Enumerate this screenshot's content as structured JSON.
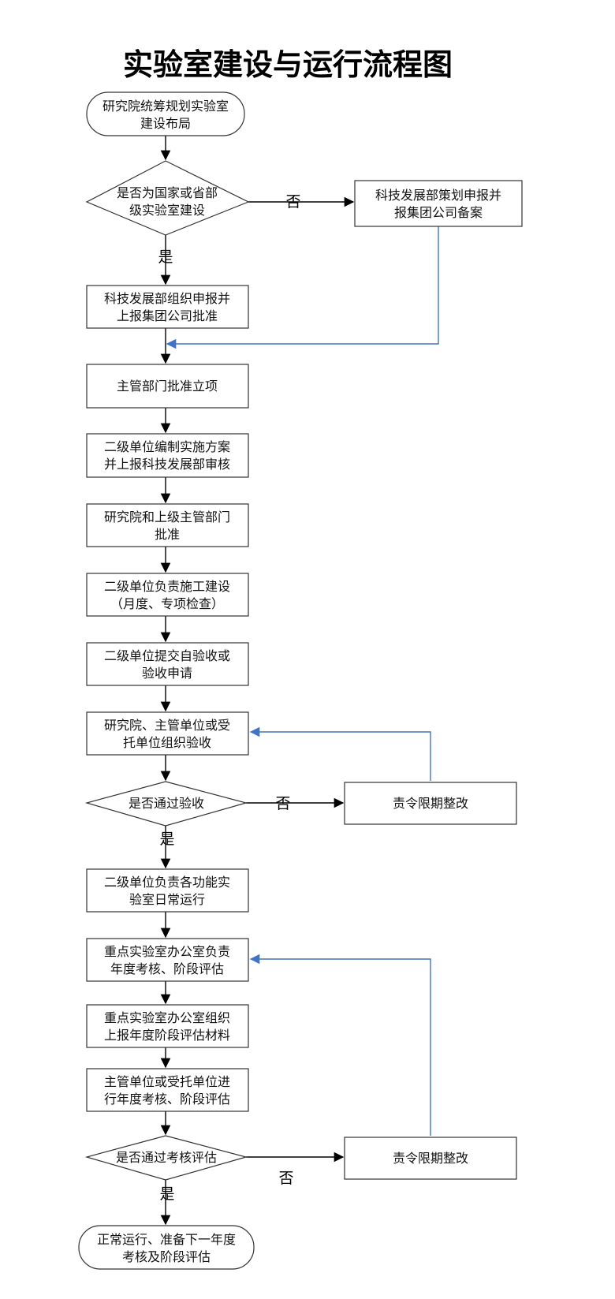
{
  "title": "实验室建设与运行流程图",
  "nodes": {
    "n1": [
      "研究院统筹规划实验室",
      "建设布局"
    ],
    "d1": [
      "是否为国家或省部",
      "级实验室建设"
    ],
    "r1": [
      "科技发展部策划申报并",
      "报集团公司备案"
    ],
    "n2": [
      "科技发展部组织申报并",
      "上报集团公司批准"
    ],
    "n3": [
      "主管部门批准立项"
    ],
    "n4": [
      "二级单位编制实施方案",
      "并上报科技发展部审核"
    ],
    "n5": [
      "研究院和上级主管部门",
      "批准"
    ],
    "n6": [
      "二级单位负责施工建设",
      "（月度、专项检查）"
    ],
    "n7": [
      "二级单位提交自验收或",
      "验收申请"
    ],
    "n8": [
      "研究院、主管单位或受",
      "托单位组织验收"
    ],
    "d2": [
      "是否通过验收"
    ],
    "r2": [
      "责令限期整改"
    ],
    "n9": [
      "二级单位负责各功能实",
      "验室日常运行"
    ],
    "n10": [
      "重点实验室办公室负责",
      "年度考核、阶段评估"
    ],
    "n11": [
      "重点实验室办公室组织",
      "上报年度阶段评估材料"
    ],
    "n12": [
      "主管单位或受托单位进",
      "行年度考核、阶段评估"
    ],
    "d3": [
      "是否通过考核评估"
    ],
    "r3": [
      "责令限期整改"
    ],
    "end": [
      "正常运行、准备下一年度",
      "考核及阶段评估"
    ]
  },
  "labels": {
    "no1": "否",
    "yes1": "是",
    "no2": "否",
    "yes2": "是",
    "no3": "否",
    "yes3": "是"
  },
  "colors": {
    "feedback_arrow": "#4472c4",
    "main_arrow": "#000000"
  }
}
